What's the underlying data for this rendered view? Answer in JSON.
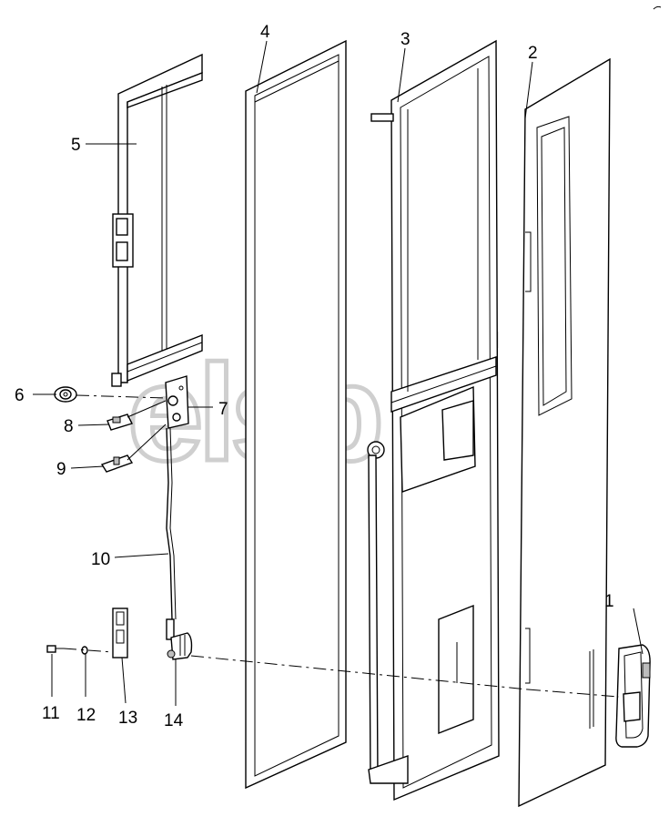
{
  "watermark": {
    "text": "elsb",
    "trademark": "TM"
  },
  "labels": {
    "l1": "1",
    "l2": "2",
    "l3": "3",
    "l4": "4",
    "l5": "5",
    "l6": "6",
    "l7": "7",
    "l8": "8",
    "l9": "9",
    "l10": "10",
    "l11": "11",
    "l12": "12",
    "l13": "13",
    "l14": "14"
  }
}
